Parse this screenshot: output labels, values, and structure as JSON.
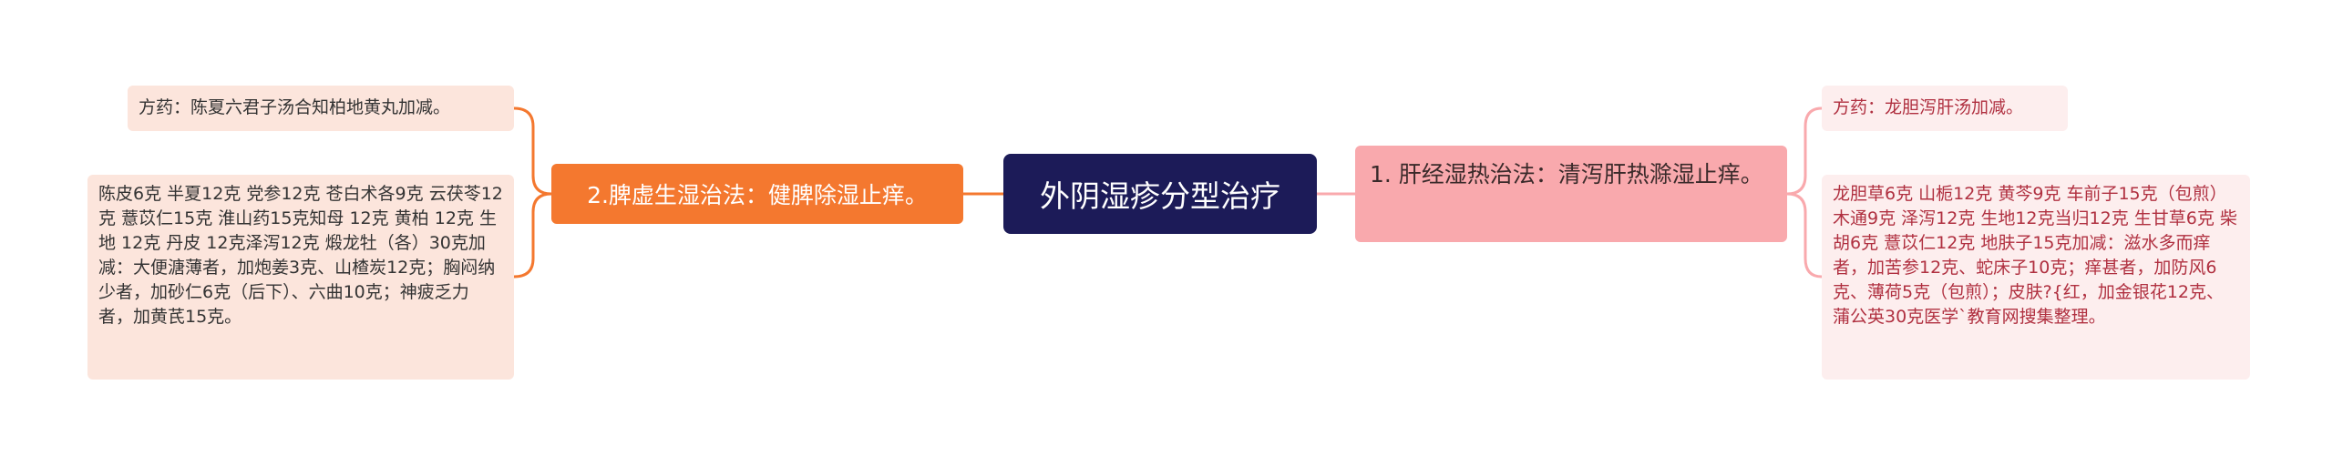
{
  "root": {
    "title": "外阴湿疹分型治疗"
  },
  "branches": {
    "left": {
      "label": "2.脾虚生湿治法：健脾除湿止痒。",
      "children": [
        "方药：陈夏六君子汤合知柏地黄丸加减。",
        "陈皮6克 半夏12克 党参12克 苍白术各9克 云茯苓12克 薏苡仁15克 淮山药15克知母 12克 黄柏 12克 生地 12克 丹皮 12克泽泻12克 煅龙牡（各）30克加减：大便溏薄者，加炮姜3克、山楂炭12克；胸闷纳少者，加砂仁6克（后下）、六曲10克；神疲乏力者，加黄芪15克。"
      ]
    },
    "right": {
      "label": "1. 肝经湿热治法：清泻肝热滁湿止痒。",
      "children": [
        "方药：龙胆泻肝汤加减。",
        "龙胆草6克 山栀12克 黄芩9克 车前子15克（包煎）木通9克 泽泻12克 生地12克当归12克 生甘草6克 柴胡6克 薏苡仁12克 地肤子15克加减：滋水多而痒者，加苦参12克、蛇床子10克；痒甚者，加防风6克、薄荷5克（包煎）；皮肤?{红，加金银花12克、蒲公英30克医学`教育网搜集整理。"
      ]
    }
  },
  "colors": {
    "root_bg": "#1c1b58",
    "left_branch_bg": "#f4782f",
    "right_branch_bg": "#f9a9ad",
    "left_leaf_bg": "#fce5dc",
    "right_leaf_bg": "#fdeeee",
    "left_line": "#f4782f",
    "right_line": "#f9a9ad"
  }
}
